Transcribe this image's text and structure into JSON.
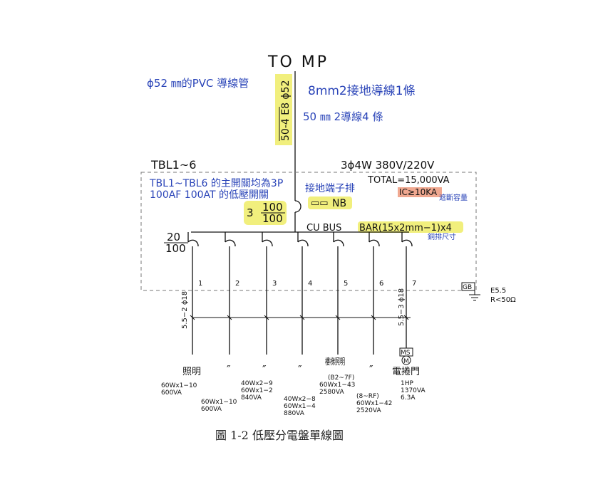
{
  "header": {
    "to_mp": "TO   MP"
  },
  "feeder": {
    "conduit_note": "ϕ52 ㎜的PVC 導線管",
    "ground_wire_note": "8mm2接地導線1條",
    "conductor_note": "50 ㎜ 2導線4 條",
    "vertical_spec": "50-4 E8 ϕ52"
  },
  "panel": {
    "name": "TBL1~6",
    "system": "3ϕ4W  380V/220V",
    "total": "TOTAL=15,000VA",
    "ic": "IC≥10KA",
    "ic_note": "遮斷容量",
    "main_breaker_note_1": "TBL1~TBL6 的主開關均為3P",
    "main_breaker_note_2": "100AF 100AT 的低壓開關",
    "main_breaker_prefix": "3",
    "main_breaker_af": "100",
    "main_breaker_at": "100",
    "ground_terminal_note": "接地端子排",
    "nb_label": "NB",
    "cu_bus_label": "CU  BUS",
    "busbar_spec": "BAR(15x2mm−1)x4",
    "busbar_note": "銅排尺寸",
    "branch_af": "20",
    "branch_at": "100",
    "gb_label": "GB",
    "ground_spec_1": "E5.5",
    "ground_spec_2": "R<50Ω"
  },
  "circuits": [
    {
      "num": "1",
      "load": "照明",
      "desc": [
        "60Wx1−10",
        "600VA"
      ]
    },
    {
      "num": "2",
      "load": "″",
      "desc": [
        "60Wx1−10",
        "600VA"
      ]
    },
    {
      "num": "3",
      "load": "″",
      "desc": [
        "40Wx2−9",
        "60Wx1−2",
        "840VA"
      ]
    },
    {
      "num": "4",
      "load": "″",
      "desc": [
        "40Wx2−8",
        "60Wx1−4",
        "880VA"
      ]
    },
    {
      "num": "5",
      "load": "樓梯照明",
      "sub": "(B2~7F)",
      "desc": [
        "60Wx1−43",
        "2580VA"
      ]
    },
    {
      "num": "6",
      "load": "″",
      "desc": [
        "(8~RF)",
        "60Wx1−42",
        "2520VA"
      ]
    },
    {
      "num": "7",
      "load": "電捲門",
      "desc": [
        "1HP",
        "1370VA",
        "6.3A"
      ]
    }
  ],
  "branch_wire_spec": "5.5−2 ϕ18",
  "motor_wire_spec": "5.5−3 ϕ18",
  "ms_label": "MS",
  "motor_label": "M",
  "caption": "圖 1-2    低壓分電盤單線圖",
  "highlight_color": "#f1ef7d",
  "ic_highlight_color": "#f0a890"
}
